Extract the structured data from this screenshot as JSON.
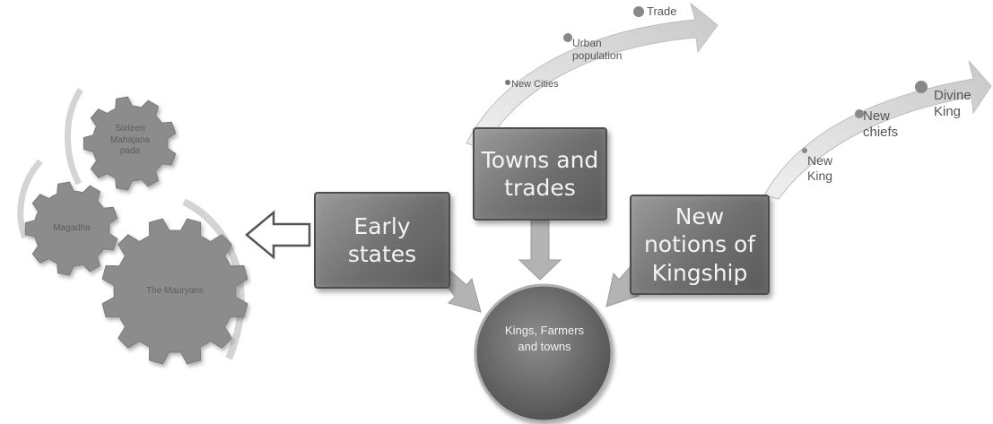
{
  "center": {
    "label": "Kings, Farmers\nand towns"
  },
  "boxes": {
    "early_states": "Early\nstates",
    "towns_trades": "Towns and\ntrades",
    "kingship": "New\nnotions of\nKingship"
  },
  "gears": {
    "top": "Sixteen\nMahajana\npada",
    "left": "Magadha",
    "bottom": "The Mauryans"
  },
  "towns_arc": {
    "items": [
      "New Cities",
      "Urban\npopulation",
      "Trade"
    ]
  },
  "kingship_arc": {
    "items": [
      "New\nKing",
      "New\nchiefs",
      "Divine\nKing"
    ]
  },
  "colors": {
    "box_fill": "#7a7a7a",
    "arrow_fill": "#b5b5b5",
    "gear_fill": "#8c8c8c",
    "arc_fill": "#dcdcdc"
  }
}
